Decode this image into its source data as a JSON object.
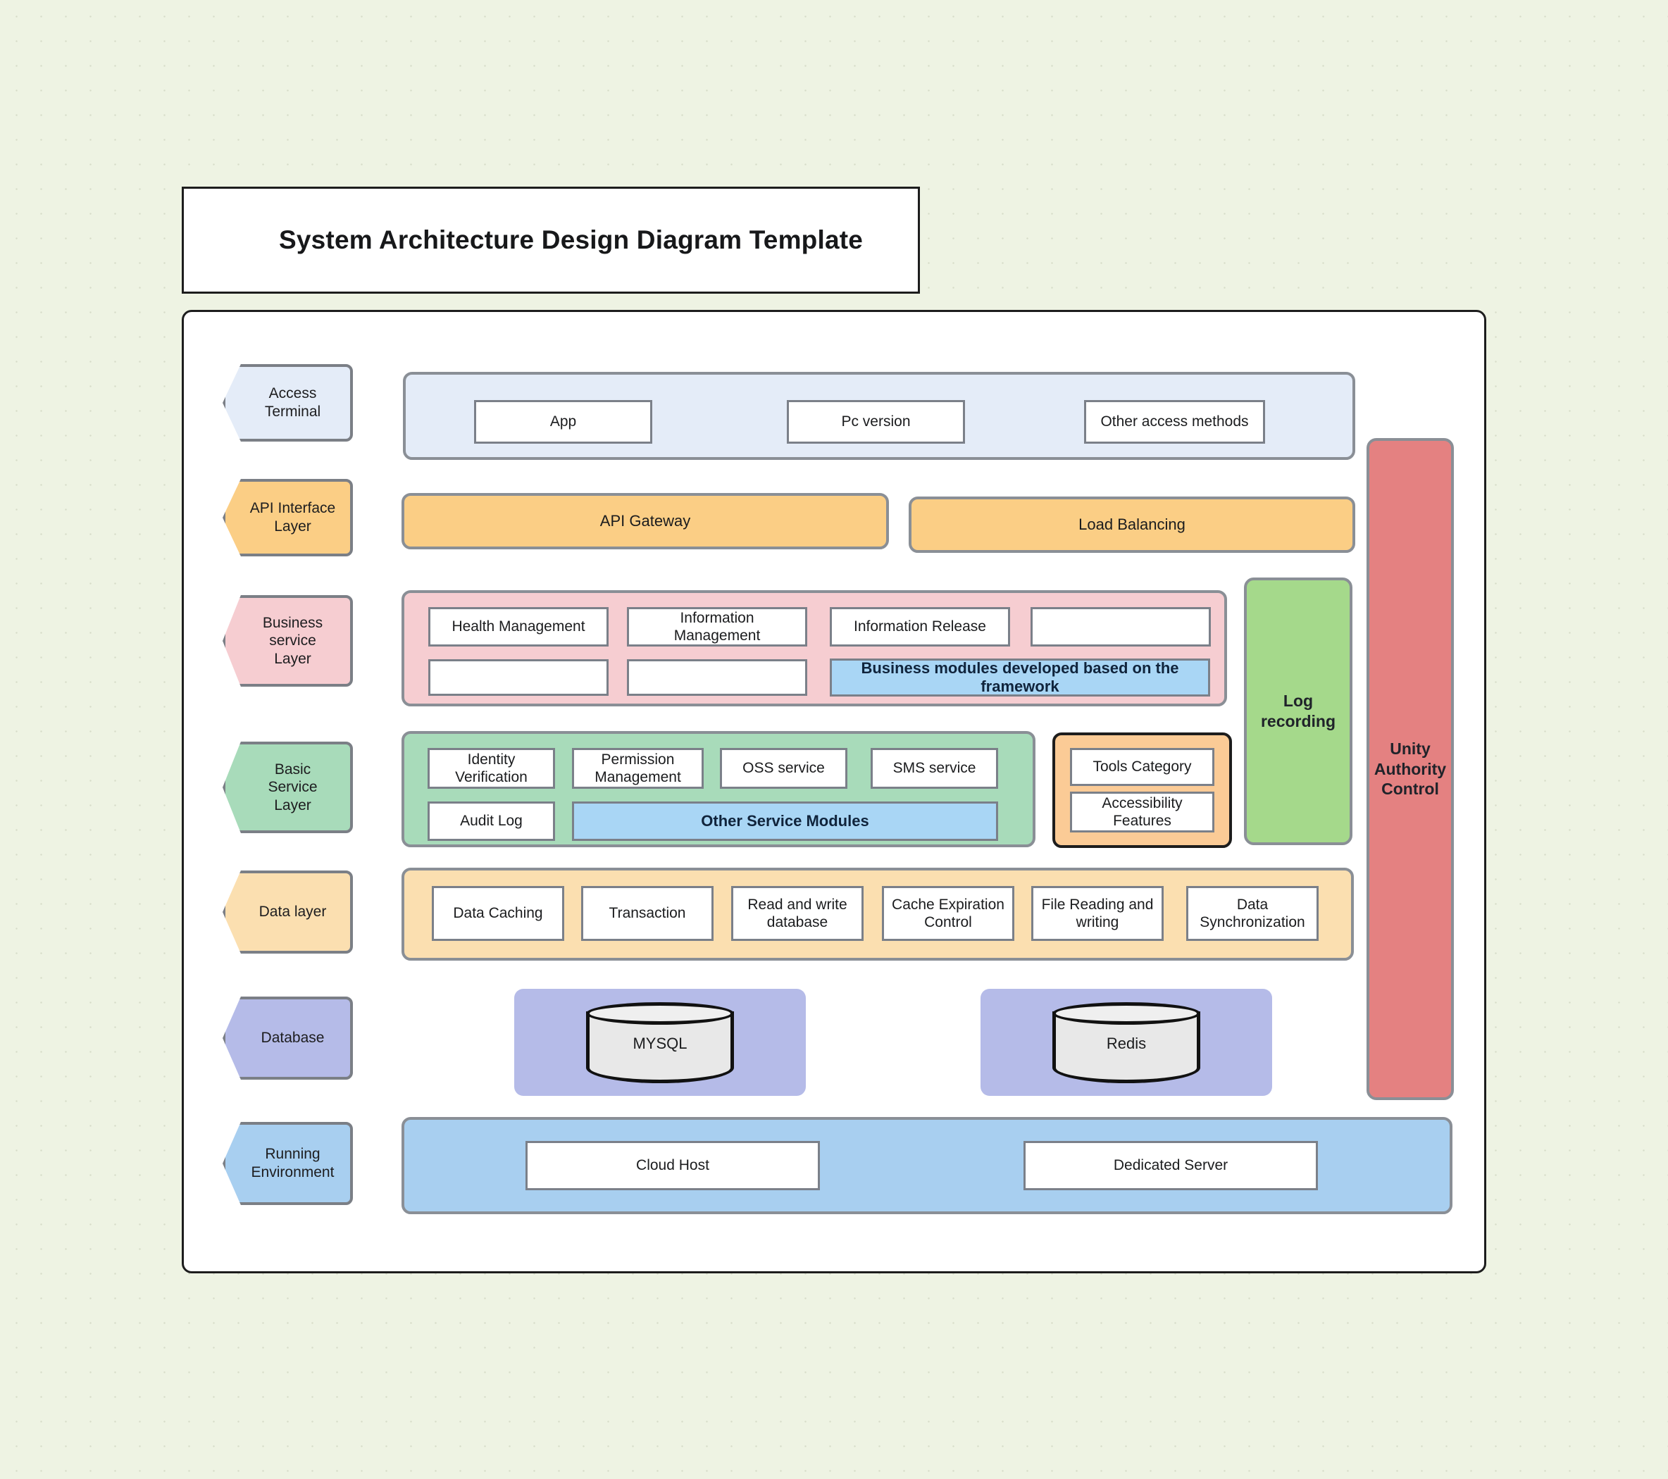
{
  "title": "System Architecture Design Diagram Template",
  "colors": {
    "canvas": "#eef3e3",
    "frame_border": "#1d1d1d",
    "access_terminal": "#e4ecf8",
    "api_layer": "#fbce85",
    "business_layer": "#f6cdd1",
    "basic_service_layer": "#a8dbba",
    "data_layer": "#fbdfb0",
    "database_layer": "#b5bbe8",
    "running_env": "#a8cff0",
    "highlight_blue": "#a9d6f5",
    "tools_panel": "#fbcb96",
    "log_recording": "#a5d98b",
    "unity_authority": "#e48181",
    "box_border": "#7b8089"
  },
  "layers": [
    {
      "id": "access-terminal",
      "label": "Access\nTerminal",
      "color": "#e4ecf8"
    },
    {
      "id": "api-interface",
      "label": "API Interface\nLayer",
      "color": "#fbce85"
    },
    {
      "id": "business-service",
      "label": "Business\nservice\nLayer",
      "color": "#f6cdd1"
    },
    {
      "id": "basic-service",
      "label": "Basic\nService\nLayer",
      "color": "#a8dbba"
    },
    {
      "id": "data-layer",
      "label": "Data layer",
      "color": "#fbdfb0"
    },
    {
      "id": "database",
      "label": "Database",
      "color": "#b5bbe8"
    },
    {
      "id": "running-env",
      "label": "Running\nEnvironment",
      "color": "#a8cff0"
    }
  ],
  "access_terminal": {
    "items": [
      {
        "label": "App"
      },
      {
        "label": "Pc version"
      },
      {
        "label": "Other access methods"
      }
    ]
  },
  "api_interface": {
    "items": [
      {
        "label": "API Gateway"
      },
      {
        "label": "Load Balancing"
      }
    ]
  },
  "business_service": {
    "row1": [
      {
        "label": "Health Management"
      },
      {
        "label": "Information\nManagement"
      },
      {
        "label": "Information Release"
      },
      {
        "label": ""
      }
    ],
    "row2": [
      {
        "label": ""
      },
      {
        "label": ""
      }
    ],
    "highlight": {
      "label": "Business modules developed based on the framework"
    }
  },
  "basic_service": {
    "row1": [
      {
        "label": "Identity\nVerification"
      },
      {
        "label": "Permission\nManagement"
      },
      {
        "label": "OSS service"
      },
      {
        "label": "SMS service"
      }
    ],
    "row2": [
      {
        "label": "Audit Log"
      }
    ],
    "highlight": {
      "label": "Other Service Modules"
    },
    "tools_panel": {
      "items": [
        {
          "label": "Tools Category"
        },
        {
          "label": "Accessibility\nFeatures"
        }
      ]
    }
  },
  "data_layer": {
    "items": [
      {
        "label": "Data Caching"
      },
      {
        "label": "Transaction"
      },
      {
        "label": "Read and write\ndatabase"
      },
      {
        "label": "Cache Expiration\nControl"
      },
      {
        "label": "File Reading and\nwriting"
      },
      {
        "label": "Data\nSynchronization"
      }
    ]
  },
  "database": {
    "items": [
      {
        "label": "MYSQL"
      },
      {
        "label": "Redis"
      }
    ]
  },
  "running_env": {
    "items": [
      {
        "label": "Cloud Host"
      },
      {
        "label": "Dedicated Server"
      }
    ]
  },
  "side_panels": {
    "log_recording": {
      "label": "Log\nrecording"
    },
    "unity_authority": {
      "label": "Unity\nAuthority\nControl"
    }
  }
}
